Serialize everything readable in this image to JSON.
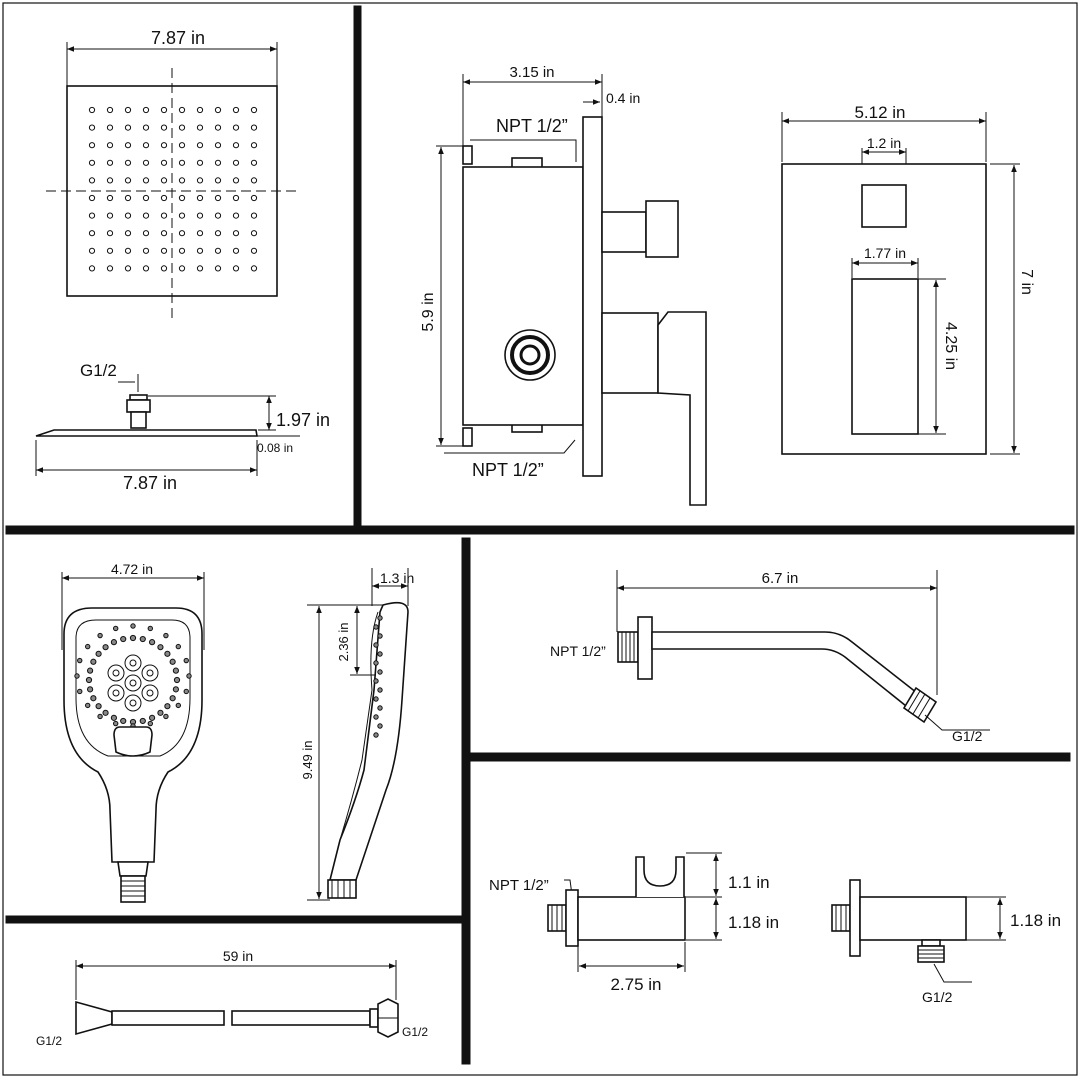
{
  "rain_head": {
    "width_top": "7.87 in",
    "width_bottom": "7.87 in",
    "inlet": "G1/2",
    "height": "1.97 in",
    "thickness": "0.08 in"
  },
  "valve_side": {
    "depth": "3.15 in",
    "plate": "0.4 in",
    "inlet_top": "NPT 1/2”",
    "inlet_bottom": "NPT 1/2”",
    "height": "5.9 in"
  },
  "valve_front": {
    "width": "5.12 in",
    "small_window": "1.2 in",
    "large_window_width": "1.77 in",
    "large_window_height": "4.25 in",
    "height": "7 in"
  },
  "hand_shower": {
    "width": "4.72 in",
    "depth": "1.3 in",
    "head_height": "2.36 in",
    "length": "9.49 in"
  },
  "shower_arm": {
    "length": "6.7 in",
    "inlet": "NPT 1/2”",
    "outlet": "G1/2"
  },
  "hose": {
    "length": "59 in",
    "end_left": "G1/2",
    "end_right": "G1/2"
  },
  "wall_holder": {
    "inlet": "NPT 1/2”",
    "bracket_height": "1.1 in",
    "body_height": "1.18 in",
    "depth": "2.75 in"
  },
  "wall_outlet": {
    "body_height": "1.18 in",
    "outlet": "G1/2"
  }
}
